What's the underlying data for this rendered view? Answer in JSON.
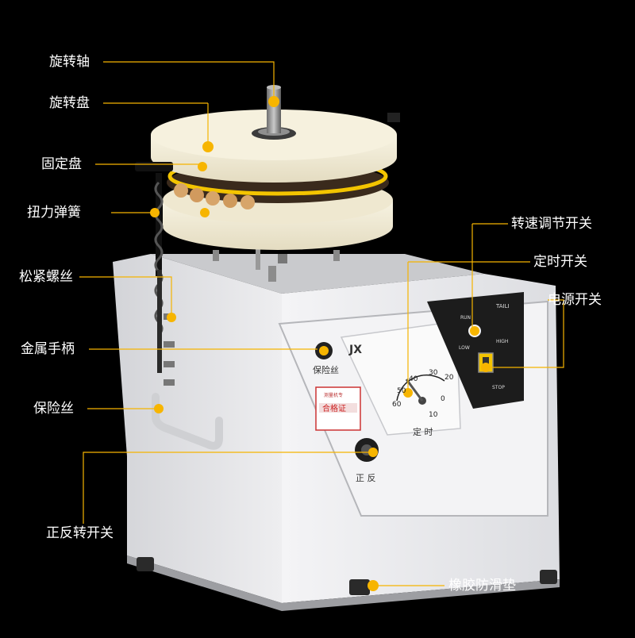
{
  "colors": {
    "background": "#000000",
    "callout_line": "#f5b400",
    "callout_dot": "#f7b500",
    "label_text": "#ffffff",
    "disc": "#f1ecd6",
    "cabinet": "#e6e6e9",
    "panel_black": "#1c1c1c",
    "yellow_ring": "#f3c400"
  },
  "callouts_left": [
    {
      "id": "rotating-shaft",
      "label": "旋转轴"
    },
    {
      "id": "rotating-disc",
      "label": "旋转盘"
    },
    {
      "id": "fixed-disc",
      "label": "固定盘"
    },
    {
      "id": "torsion-spring",
      "label": "扭力弹簧"
    },
    {
      "id": "adjusting-screw",
      "label": "松紧螺丝"
    },
    {
      "id": "metal-handle",
      "label": "金属手柄"
    },
    {
      "id": "fuse",
      "label": "保险丝"
    },
    {
      "id": "reverse-switch",
      "label": "正反转开关"
    }
  ],
  "callouts_right": [
    {
      "id": "speed-switch",
      "label": "转速调节开关"
    },
    {
      "id": "timer-switch",
      "label": "定时开关"
    },
    {
      "id": "power-switch",
      "label": "电源开关"
    },
    {
      "id": "rubber-pad",
      "label": "橡胶防滑垫"
    }
  ],
  "machine_text": {
    "timer_brand": "JX",
    "timer_numbers": [
      "0",
      "10",
      "20",
      "30",
      "40",
      "50",
      "60"
    ],
    "timer_caption": "定 时",
    "fuse_caption": "保险丝",
    "reverse_caption": "正 反",
    "cert_top": "测量机专",
    "cert_main": "合格证",
    "speed_brand": "TAILI",
    "speed_low": "LOW",
    "speed_high": "HIGH",
    "speed_run": "RUN",
    "speed_stop": "STOP"
  }
}
